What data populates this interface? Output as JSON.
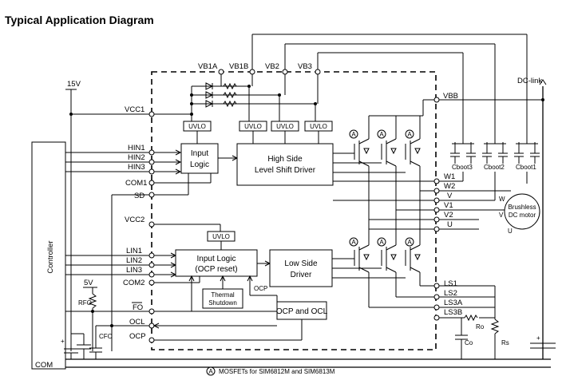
{
  "title": "Typical Application Diagram",
  "footnote": "MOSFETs for SIM6812M and SIM6813M",
  "footnote_symbol": "A",
  "controller": {
    "label": "Controller"
  },
  "supply": {
    "v15": "15V",
    "v5": "5V"
  },
  "pins_left": {
    "vcc1": "VCC1",
    "hin1": "HIN1",
    "hin2": "HIN2",
    "hin3": "HIN3",
    "com1": "COM1",
    "sd": "SD",
    "vcc2": "VCC2",
    "lin1": "LIN1",
    "lin2": "LIN2",
    "lin3": "LIN3",
    "com2": "COM2",
    "fo": "FO",
    "ocl": "OCL",
    "ocp": "OCP",
    "com": "COM"
  },
  "pins_top": {
    "vb1a": "VB1A",
    "vb1b": "VB1B",
    "vb2": "VB2",
    "vb3": "VB3"
  },
  "pins_right": {
    "vbb": "VBB",
    "w1": "W1",
    "w2": "W2",
    "v": "V",
    "v1": "V1",
    "v2": "V2",
    "u": "U",
    "ls1": "LS1",
    "ls2": "LS2",
    "ls3a": "LS3A",
    "ls3b": "LS3B"
  },
  "blocks": {
    "uvlo": "UVLO",
    "input_logic": [
      "Input",
      "Logic"
    ],
    "hs_driver": [
      "High Side",
      "Level Shift Driver"
    ],
    "ls_input_logic": [
      "Input Logic",
      "(OCP reset)"
    ],
    "ls_driver": [
      "Low Side",
      "Driver"
    ],
    "thermal": [
      "Thermal",
      "Shutdown"
    ],
    "ocp_ocl": "OCP and OCL",
    "ocp_small": "OCP"
  },
  "external": {
    "dc_link": "DC-link",
    "motor": [
      "Brushless",
      "DC motor"
    ],
    "motor_w": "W",
    "motor_v": "V",
    "motor_u": "U",
    "cboot3": "Cboot3",
    "cboot2": "Cboot2",
    "cboot1": "Cboot1",
    "rfo": "RFO",
    "cfo": "CFO",
    "ro": "Ro",
    "co": "Co",
    "rs": "Rs"
  }
}
